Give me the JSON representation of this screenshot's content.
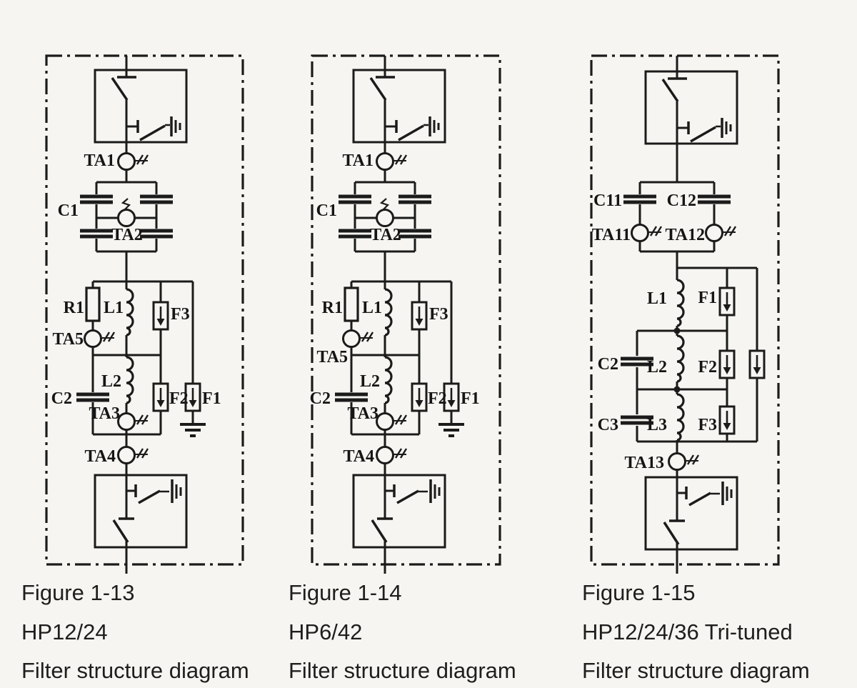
{
  "colors": {
    "ink": "#1b1b1b",
    "paper": "#f6f5f1"
  },
  "panels": [
    {
      "figure": "Figure 1-13",
      "model": "HP12/24",
      "caption": "Filter structure diagram",
      "labels": {
        "ta1": "TA1",
        "c1": "C1",
        "ta2": "TA2",
        "r1": "R1",
        "l1": "L1",
        "f3": "F3",
        "ta5": "TA5",
        "l2": "L2",
        "c2": "C2",
        "ta3": "TA3",
        "f2": "F2",
        "f1": "F1",
        "ta4": "TA4"
      }
    },
    {
      "figure": "Figure 1-14",
      "model": "HP6/42",
      "caption": "Filter structure diagram",
      "labels": {
        "ta1": "TA1",
        "c1": "C1",
        "ta2": "TA2",
        "r1": "R1",
        "l1": "L1",
        "f3": "F3",
        "ta5": "TA5",
        "l2": "L2",
        "c2": "C2",
        "ta3": "TA3",
        "f2": "F2",
        "f1": "F1",
        "ta4": "TA4"
      }
    },
    {
      "figure": "Figure 1-15",
      "model": "HP12/24/36 Tri-tuned",
      "caption": "Filter structure diagram",
      "labels": {
        "c11": "C11",
        "c12": "C12",
        "ta11": "TA11",
        "ta12": "TA12",
        "l1": "L1",
        "f1": "F1",
        "c2": "C2",
        "l2": "L2",
        "f2": "F2",
        "c3": "C3",
        "l3": "L3",
        "f3": "F3",
        "ta13": "TA13"
      }
    }
  ]
}
